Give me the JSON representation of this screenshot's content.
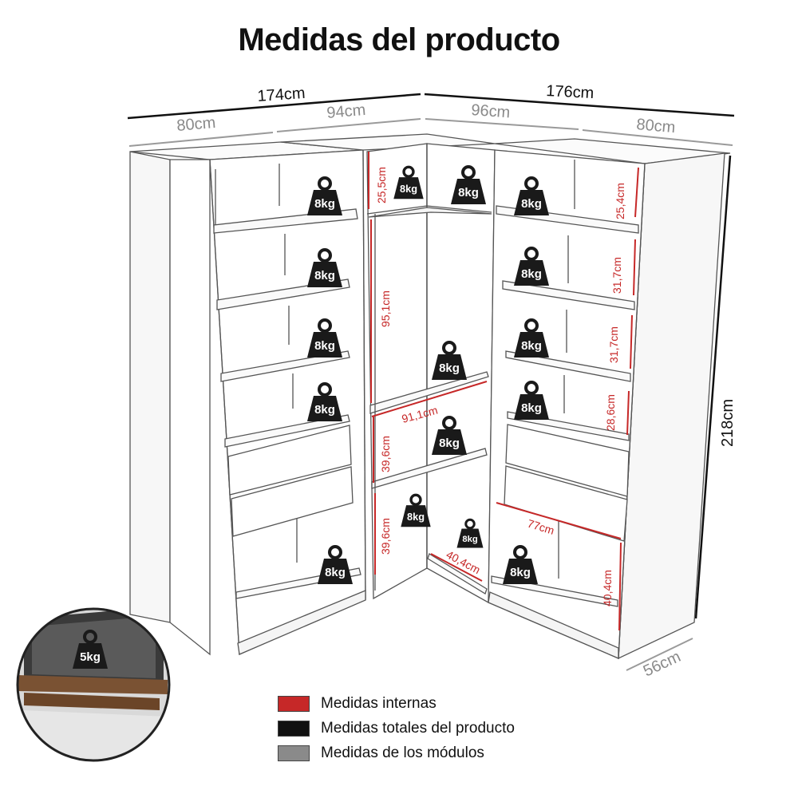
{
  "title": "Medidas del producto",
  "colors": {
    "internal": "#c62828",
    "total": "#111111",
    "module": "#8a8a8a"
  },
  "total_dimensions": {
    "left_width": "174cm",
    "right_width": "176cm",
    "height": "218cm",
    "depth": "56cm"
  },
  "module_dimensions": {
    "left_outer": "80cm",
    "left_corner": "94cm",
    "right_corner": "96cm",
    "right_outer": "80cm"
  },
  "internal_dimensions": {
    "corner_top": "25,5cm",
    "hanging_height": "95,1cm",
    "hanging_width": "91,1cm",
    "corner_mid": "39,6cm",
    "corner_low": "39,6cm",
    "corner_bottom_width": "40,4cm",
    "right_1": "25,4cm",
    "right_2": "31,7cm",
    "right_3": "31,7cm",
    "right_4": "28,6cm",
    "right_bottom_width": "77cm",
    "right_bottom_height": "40,4cm"
  },
  "weights": {
    "shelf": "8kg",
    "corner_small": "8kg",
    "drawer_detail": "5kg"
  },
  "legend": [
    {
      "label": "Medidas internas",
      "color": "#c62828"
    },
    {
      "label": "Medidas totales del producto",
      "color": "#111111"
    },
    {
      "label": "Medidas de los módulos",
      "color": "#8a8a8a"
    }
  ]
}
